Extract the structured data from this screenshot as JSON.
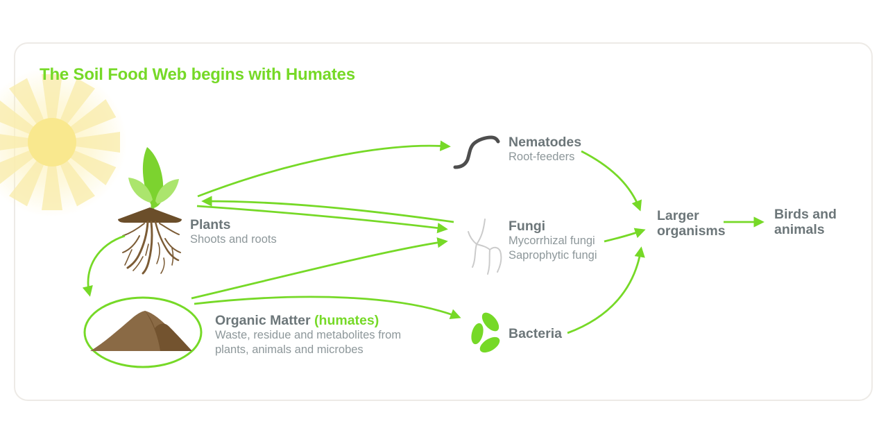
{
  "title": "The Soil Food Web begins with Humates",
  "nodes": {
    "plants": {
      "name": "Plants",
      "desc": "Shoots and roots"
    },
    "organic_matter": {
      "name": "Organic Matter",
      "highlight": "(humates)",
      "desc1": "Waste, residue and metabolites from",
      "desc2": "plants, animals and microbes"
    },
    "nematodes": {
      "name": "Nematodes",
      "desc": "Root-feeders"
    },
    "fungi": {
      "name": "Fungi",
      "desc1": "Mycorrhizal fungi",
      "desc2": "Saprophytic fungi"
    },
    "bacteria": {
      "name": "Bacteria"
    },
    "larger_organisms": {
      "name": "Larger organisms"
    },
    "birds_animals": {
      "name": "Birds and animals"
    }
  },
  "edges": [
    {
      "from": "plants",
      "to": "nematodes"
    },
    {
      "from": "fungi",
      "to": "plants"
    },
    {
      "from": "plants",
      "to": "fungi"
    },
    {
      "from": "organic_matter",
      "to": "fungi"
    },
    {
      "from": "organic_matter",
      "to": "bacteria"
    },
    {
      "from": "plants",
      "to": "organic_matter"
    },
    {
      "from": "nematodes",
      "to": "larger_organisms"
    },
    {
      "from": "fungi",
      "to": "larger_organisms"
    },
    {
      "from": "bacteria",
      "to": "larger_organisms"
    },
    {
      "from": "larger_organisms",
      "to": "birds_animals"
    }
  ],
  "colors": {
    "green": "#76d927",
    "heading-gray": "#6c7679",
    "sub-gray": "#8d979a",
    "border-gray": "#edeae6",
    "worm-gray": "#4e4e4e",
    "fungi-gray": "#cbcbcb",
    "soil-brown": "#8a6a45",
    "soil-brown-dark": "#73532f",
    "root-brown": "#7c5c36",
    "mound-brown": "#6b4e2a",
    "leaf-green": "#7cd32f",
    "leaf-green-light": "#abe56d",
    "sun-yellow": "#f9e88e",
    "sun-glow": "#fdf3c0"
  }
}
